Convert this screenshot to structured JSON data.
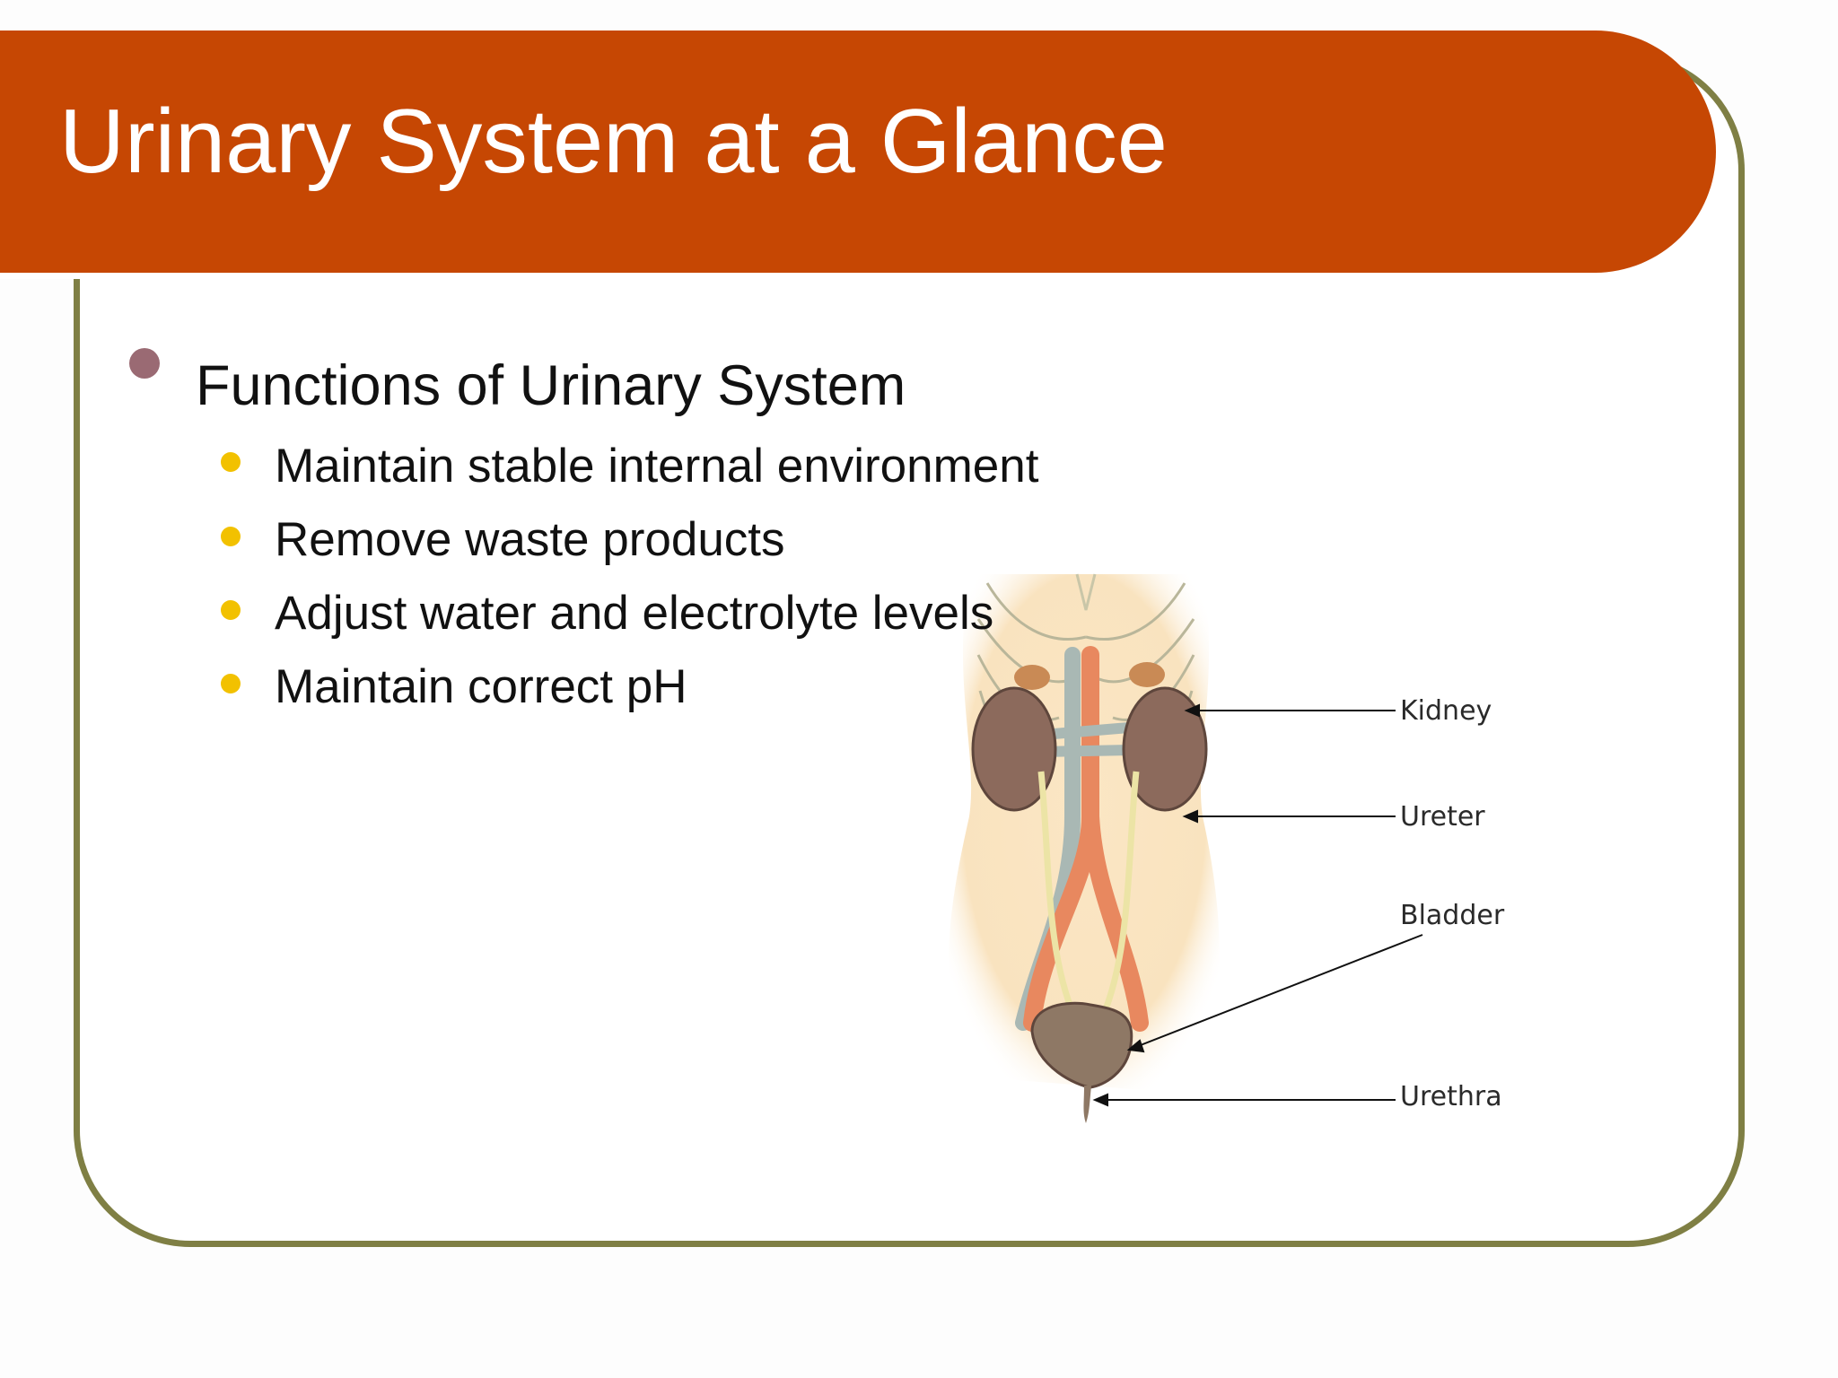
{
  "slide": {
    "title": "Urinary System at a Glance",
    "colors": {
      "title_band": "#c64703",
      "frame_border": "#7f7f44",
      "main_bullet": "#9a6a73",
      "sub_bullet": "#f2c100"
    }
  },
  "content": {
    "main_bullet": "Functions of Urinary System",
    "sub_bullets": [
      "Maintain stable internal environment",
      "Remove waste products",
      "Adjust water and electrolyte levels",
      "Maintain correct pH"
    ]
  },
  "diagram": {
    "labels": {
      "kidney": "Kidney",
      "ureter": "Ureter",
      "bladder": "Bladder",
      "urethra": "Urethra"
    }
  }
}
